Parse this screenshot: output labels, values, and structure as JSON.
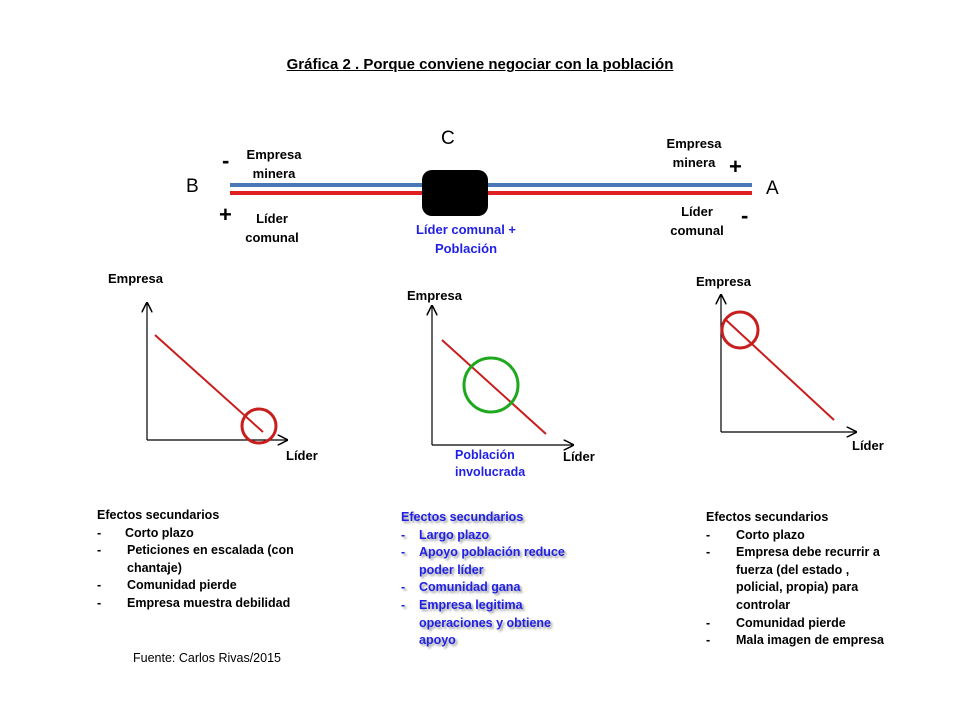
{
  "title": "Gráfica  2 . Porque conviene negociar con la población",
  "top": {
    "left_letter": "B",
    "center_letter": "C",
    "right_letter": "A",
    "left_upper_sign": "-",
    "left_upper_label": "Empresa minera",
    "left_lower_sign": "+",
    "left_lower_label": "Líder comunal",
    "center_label": "Líder comunal + Población",
    "right_upper_label": "Empresa minera",
    "right_upper_sign": "+",
    "right_lower_label": "Líder comunal",
    "right_lower_sign": "-",
    "colors": {
      "line_blue": "#4a78b6",
      "line_red": "#e02020",
      "box": "#000000",
      "center_text": "#1f1fe6"
    }
  },
  "graphs": [
    {
      "y_label": "Empresa",
      "x_label": "Líder",
      "circle_color": "#c81e1e",
      "circle_position": "bottom-right",
      "extra_label": ""
    },
    {
      "y_label": "Empresa",
      "x_label": "Líder",
      "circle_color": "#1ea81e",
      "circle_position": "middle",
      "extra_label": "Población involucrada"
    },
    {
      "y_label": "Empresa",
      "x_label": "Líder",
      "circle_color": "#c81e1e",
      "circle_position": "top-left",
      "extra_label": ""
    }
  ],
  "effects": [
    {
      "heading": "Efectos secundarios",
      "items": [
        {
          "dash": "-",
          "text": "Corto plazo"
        },
        {
          "dash": "-",
          "text": "Peticiones en escalada (con chantaje)"
        },
        {
          "dash": "-",
          "text": "Comunidad pierde"
        },
        {
          "dash": "-",
          "text": "Empresa muestra debilidad"
        }
      ]
    },
    {
      "heading": "Efectos secundarios",
      "items": [
        {
          "dash": "-",
          "text": "Largo plazo"
        },
        {
          "dash": "-",
          "text": "Apoyo población reduce poder líder"
        },
        {
          "dash": "-",
          "text": "Comunidad gana"
        },
        {
          "dash": "-",
          "text": "Empresa legitima operaciones y obtiene apoyo"
        }
      ]
    },
    {
      "heading": "Efectos secundarios",
      "items": [
        {
          "dash": "-",
          "text": "Corto plazo"
        },
        {
          "dash": "-",
          "text": "Empresa debe recurrir a fuerza (del estado , policial, propia) para controlar"
        },
        {
          "dash": "-",
          "text": "Comunidad pierde"
        },
        {
          "dash": "-",
          "text": "Mala imagen de empresa"
        }
      ]
    }
  ],
  "source": "Fuente: Carlos Rivas/2015"
}
